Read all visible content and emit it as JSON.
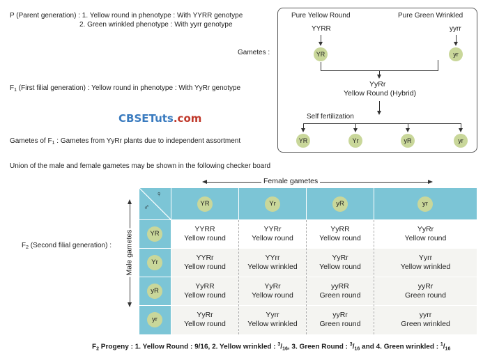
{
  "left_text": {
    "p_line1": "P (Parent generation) : 1. Yellow round in phenotype : With YYRR genotype",
    "p_line2": "2. Green wrinkled phenotype : With yyrr genotype",
    "gametes_label": "Gametes :",
    "f1_prefix": "F",
    "f1_sub": "1",
    "f1_text": " (First filial generation) : Yellow round in phenotype : With YyRr genotype",
    "logo_main": "CBSETuts",
    "logo_suffix": ".com",
    "gf1_prefix": "Gametes of F",
    "gf1_sub": "1",
    "gf1_text": " : Gametes from YyRr plants due to independent assortment",
    "union_text": "Union of the male and female gametes may be shown in the following checker board",
    "f2_prefix": "F",
    "f2_sub": "2",
    "f2_text": " (Second filial generation) :"
  },
  "diagram": {
    "parent_left": "Pure Yellow Round",
    "parent_right": "Pure Green Wrinkled",
    "geno_left": "YYRR",
    "geno_right": "yyrr",
    "gamete_left": "YR",
    "gamete_right": "yr",
    "hybrid_geno": "YyRr",
    "hybrid_label": "Yellow Round (Hybrid)",
    "self_fert": "Self fertilization",
    "f1_gametes": [
      "YR",
      "Yr",
      "yR",
      "yr"
    ]
  },
  "board": {
    "female_label": "Female gametes",
    "male_label": "Male gametes",
    "female_symbol": "♀",
    "male_symbol": "♂",
    "col_headers": [
      "YR",
      "Yr",
      "yR",
      "yr"
    ],
    "row_headers": [
      "YR",
      "Yr",
      "yR",
      "yr"
    ],
    "cells": [
      [
        [
          "YYRR",
          "Yellow round"
        ],
        [
          "YYRr",
          "Yellow round"
        ],
        [
          "YyRR",
          "Yellow round"
        ],
        [
          "YyRr",
          "Yellow round"
        ]
      ],
      [
        [
          "YYRr",
          "Yellow round"
        ],
        [
          "YYrr",
          "Yellow wrinkled"
        ],
        [
          "YyRr",
          "Yellow round"
        ],
        [
          "Yyrr",
          "Yellow wrinkled"
        ]
      ],
      [
        [
          "YyRR",
          "Yellow round"
        ],
        [
          "YyRr",
          "Yellow round"
        ],
        [
          "yyRR",
          "Green round"
        ],
        [
          "yyRr",
          "Green round"
        ]
      ],
      [
        [
          "YyRr",
          "Yellow round"
        ],
        [
          "Yyrr",
          "Yellow wrinkled"
        ],
        [
          "yyRr",
          "Green round"
        ],
        [
          "yyrr",
          "Green wrinkled"
        ]
      ]
    ]
  },
  "progeny": {
    "prefix": "F",
    "sub": "2",
    "p1": " Progeny : 1. Yellow Round : 9/16,  2. Yellow wrinkled : ",
    "frac1_num": "3",
    "frac1_den": "16",
    "p2": ",  3. Green Round : ",
    "frac2_num": "3",
    "frac2_den": "16",
    "p3": " and  4. Green wrinkled : ",
    "frac3_num": "1",
    "frac3_den": "16"
  }
}
